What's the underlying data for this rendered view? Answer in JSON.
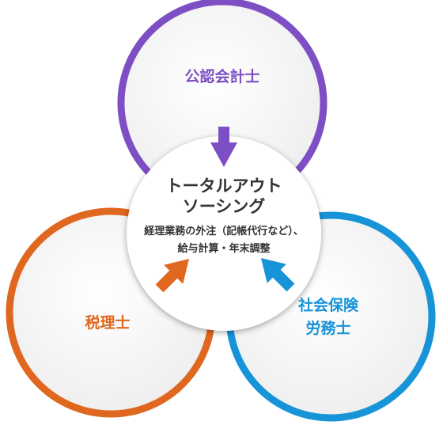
{
  "center": {
    "title_line1": "トータルアウト",
    "title_line2": "ソーシング",
    "desc_line1": "経理業務の外注（記帳代行など）、",
    "desc_line2": "給与計算・年末調整"
  },
  "roles": {
    "top": {
      "label": "公認会計士",
      "color": "#7e4fc4"
    },
    "left": {
      "label": "税理士",
      "color": "#e0671f"
    },
    "right": {
      "line1": "社会保険",
      "line2": "労務士",
      "color": "#1793d8"
    }
  },
  "colors": {
    "center_text": "#333333",
    "circle_fill": "#f6f6f6",
    "center_fill": "#ffffff"
  },
  "icons": {
    "top_arrow": "arrow-down-icon",
    "left_arrow": "arrow-up-right-icon",
    "right_arrow": "arrow-up-left-icon"
  }
}
